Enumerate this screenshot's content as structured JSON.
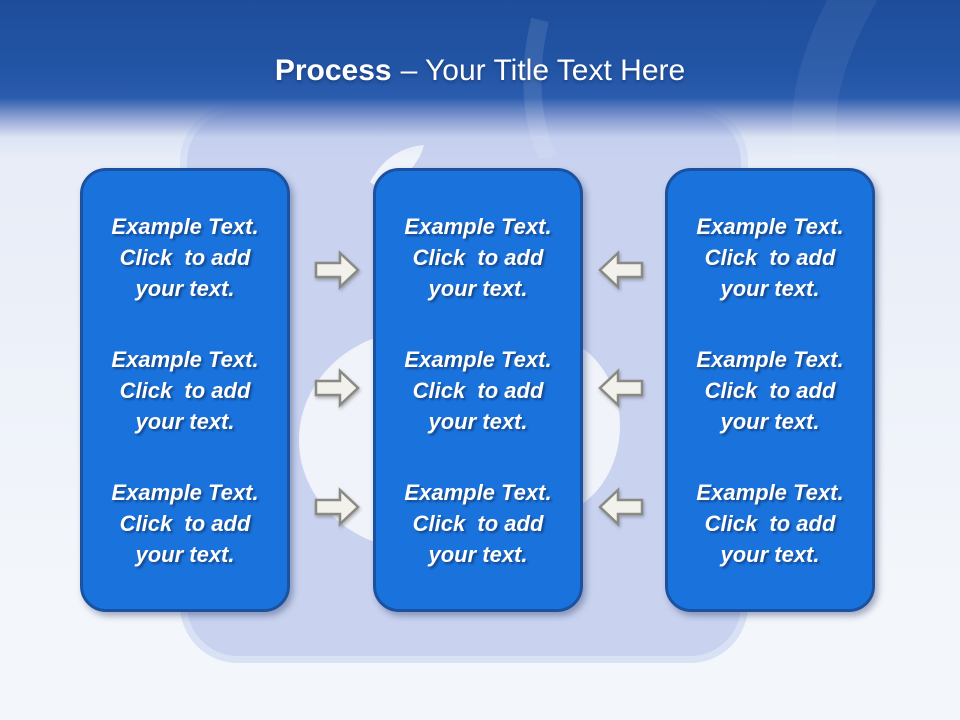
{
  "title": {
    "emphasis": "Process",
    "rest": "– Your Title Text Here"
  },
  "columns": [
    {
      "name": "left",
      "blocks": [
        "Example Text.\nClick  to add\nyour text.",
        "Example Text.\nClick  to add\nyour text.",
        "Example Text.\nClick  to add\nyour text."
      ]
    },
    {
      "name": "center",
      "blocks": [
        "Example Text.\nClick  to add\nyour text.",
        "Example Text.\nClick  to add\nyour text.",
        "Example Text.\nClick  to add\nyour text."
      ]
    },
    {
      "name": "right",
      "blocks": [
        "Example Text.\nClick  to add\nyour text.",
        "Example Text.\nClick  to add\nyour text.",
        "Example Text.\nClick  to add\nyour text."
      ]
    }
  ],
  "arrows": {
    "left_to_center_direction": "right",
    "right_to_center_direction": "left",
    "rows": 3
  },
  "icons": {
    "watermark": "twitter-bird-icon",
    "arrow_right": "arrow-right-icon",
    "arrow_left": "arrow-left-icon"
  },
  "colors": {
    "header_top": "#1d4d9b",
    "header_mid": "#2558a9",
    "title": "#ffffff",
    "box_fill": "#1a73dd",
    "box_border": "#1b52a0",
    "box_text": "#ffffff",
    "arrow_fill": "#f3f1ec",
    "arrow_stroke": "#8a8a85",
    "watermark_square": "#c9d3f0",
    "watermark_bird": "#f0f3fa",
    "bg_top": "#e8edf7",
    "bg_bottom": "#f3f6fb"
  }
}
